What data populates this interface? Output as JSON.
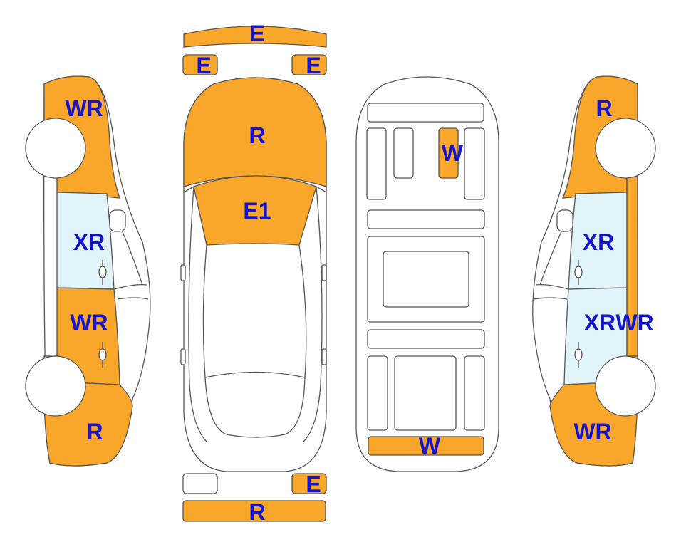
{
  "colors": {
    "damage_fill": "#F9A72B",
    "glass_fill": "#E0F4FA",
    "label_text": "#1414CC",
    "outline": "#555555",
    "wheel_fill": "#FFFFFF"
  },
  "labels": {
    "front_bumper": "E",
    "headlight_left": "E",
    "headlight_right": "E",
    "hood": "R",
    "windshield": "E1",
    "rear_light_right": "E",
    "rear_bumper": "R",
    "floor_panel": "W",
    "floor_rear_bar": "W",
    "left_front_fender": "WR",
    "left_front_door": "XR",
    "left_rear_door": "WR",
    "left_rear_quarter": "R",
    "right_front_fender": "R",
    "right_front_door": "XR",
    "right_rear_door": "XR",
    "right_rear_door_panel": "WR",
    "right_rear_quarter": "WR"
  }
}
